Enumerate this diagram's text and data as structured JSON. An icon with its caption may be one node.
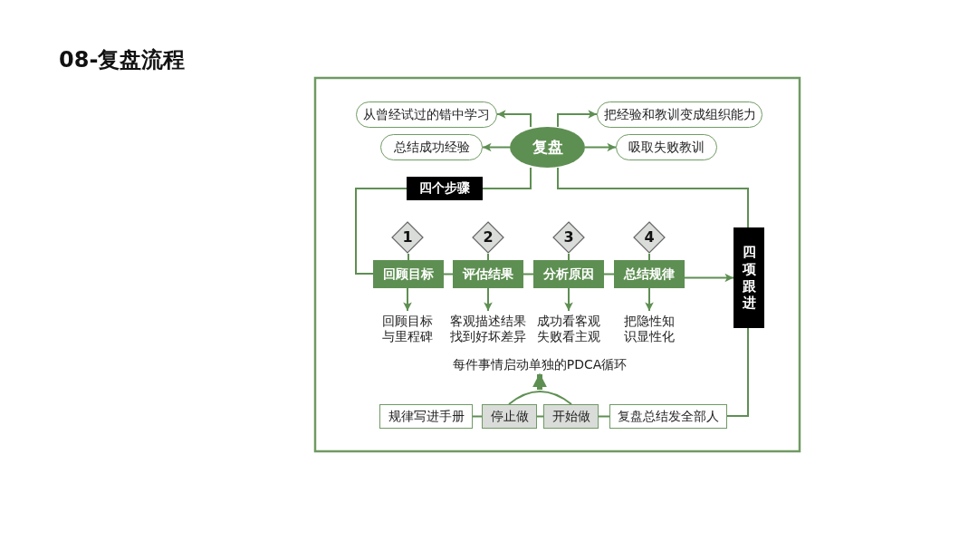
{
  "diagram": {
    "title": "08-复盘流程",
    "nodes": [
      {
        "text": [
          "从曾经试过的错中学习"
        ]
      },
      {
        "text": [
          "把经验和教训变成组织能力"
        ]
      },
      {
        "text": [
          "总结成功经验"
        ]
      },
      {
        "text": [
          "复盘"
        ]
      },
      {
        "text": [
          "吸取失败教训"
        ]
      },
      {
        "text": [
          "1"
        ]
      },
      {
        "text": [
          "回顾目标"
        ]
      },
      {
        "text": [
          "2"
        ]
      },
      {
        "text": [
          "评估结果"
        ]
      },
      {
        "text": [
          "3"
        ]
      },
      {
        "text": [
          "分析原因"
        ]
      },
      {
        "text": [
          "4"
        ]
      },
      {
        "text": [
          "总结规律"
        ]
      },
      {
        "text": [
          "四项跟进"
        ]
      },
      {
        "text": [
          "回顾目标与里程碑"
        ]
      },
      {
        "text": [
          "客观描述结果找到好坏差异"
        ]
      },
      {
        "text": [
          "成功看客观失败看主观"
        ]
      },
      {
        "text": [
          "把隐性知识显性化"
        ]
      },
      {
        "text": [
          "每件事情启动单独的PDCA循环"
        ]
      },
      {
        "text": [
          "规律写进手册"
        ]
      },
      {
        "text": [
          "停止做"
        ]
      },
      {
        "text": [
          "开始做"
        ]
      },
      {
        "text": [
          "复盘总结发全部人"
        ]
      }
    ],
    "edges": [
      {
        "from": 3,
        "to": 0,
        "arrow": "to"
      },
      {
        "from": 3,
        "to": 2,
        "arrow": "to"
      },
      {
        "from": 3,
        "to": 1,
        "arrow": "to"
      },
      {
        "from": 3,
        "to": 4,
        "arrow": "to"
      },
      {
        "from": 3,
        "to": 6,
        "arrow": "none",
        "label": "四个步骤"
      },
      {
        "from": 3,
        "to": 13,
        "arrow": "none"
      },
      {
        "from": 5,
        "to": 6,
        "arrow": "none"
      },
      {
        "from": 7,
        "to": 8,
        "arrow": "none"
      },
      {
        "from": 9,
        "to": 10,
        "arrow": "none"
      },
      {
        "from": 11,
        "to": 12,
        "arrow": "none"
      },
      {
        "from": 6,
        "to": 8,
        "arrow": "none"
      },
      {
        "from": 8,
        "to": 10,
        "arrow": "none"
      },
      {
        "from": 10,
        "to": 12,
        "arrow": "none"
      },
      {
        "from": 12,
        "to": 13,
        "arrow": "to"
      },
      {
        "from": 6,
        "to": 14,
        "arrow": "to"
      },
      {
        "from": 8,
        "to": 15,
        "arrow": "to"
      },
      {
        "from": 10,
        "to": 16,
        "arrow": "to"
      },
      {
        "from": 12,
        "to": 17,
        "arrow": "to"
      },
      {
        "from": 13,
        "to": 22,
        "arrow": "none"
      },
      {
        "from": 19,
        "to": 20,
        "arrow": "none"
      },
      {
        "from": 20,
        "to": 21,
        "arrow": "none"
      },
      {
        "from": 21,
        "to": 22,
        "arrow": "none"
      },
      {
        "from": 20,
        "to": 21,
        "arrow": "none"
      },
      {
        "from": null,
        "to": 18,
        "arrow": "to",
        "style": "thick"
      }
    ]
  }
}
